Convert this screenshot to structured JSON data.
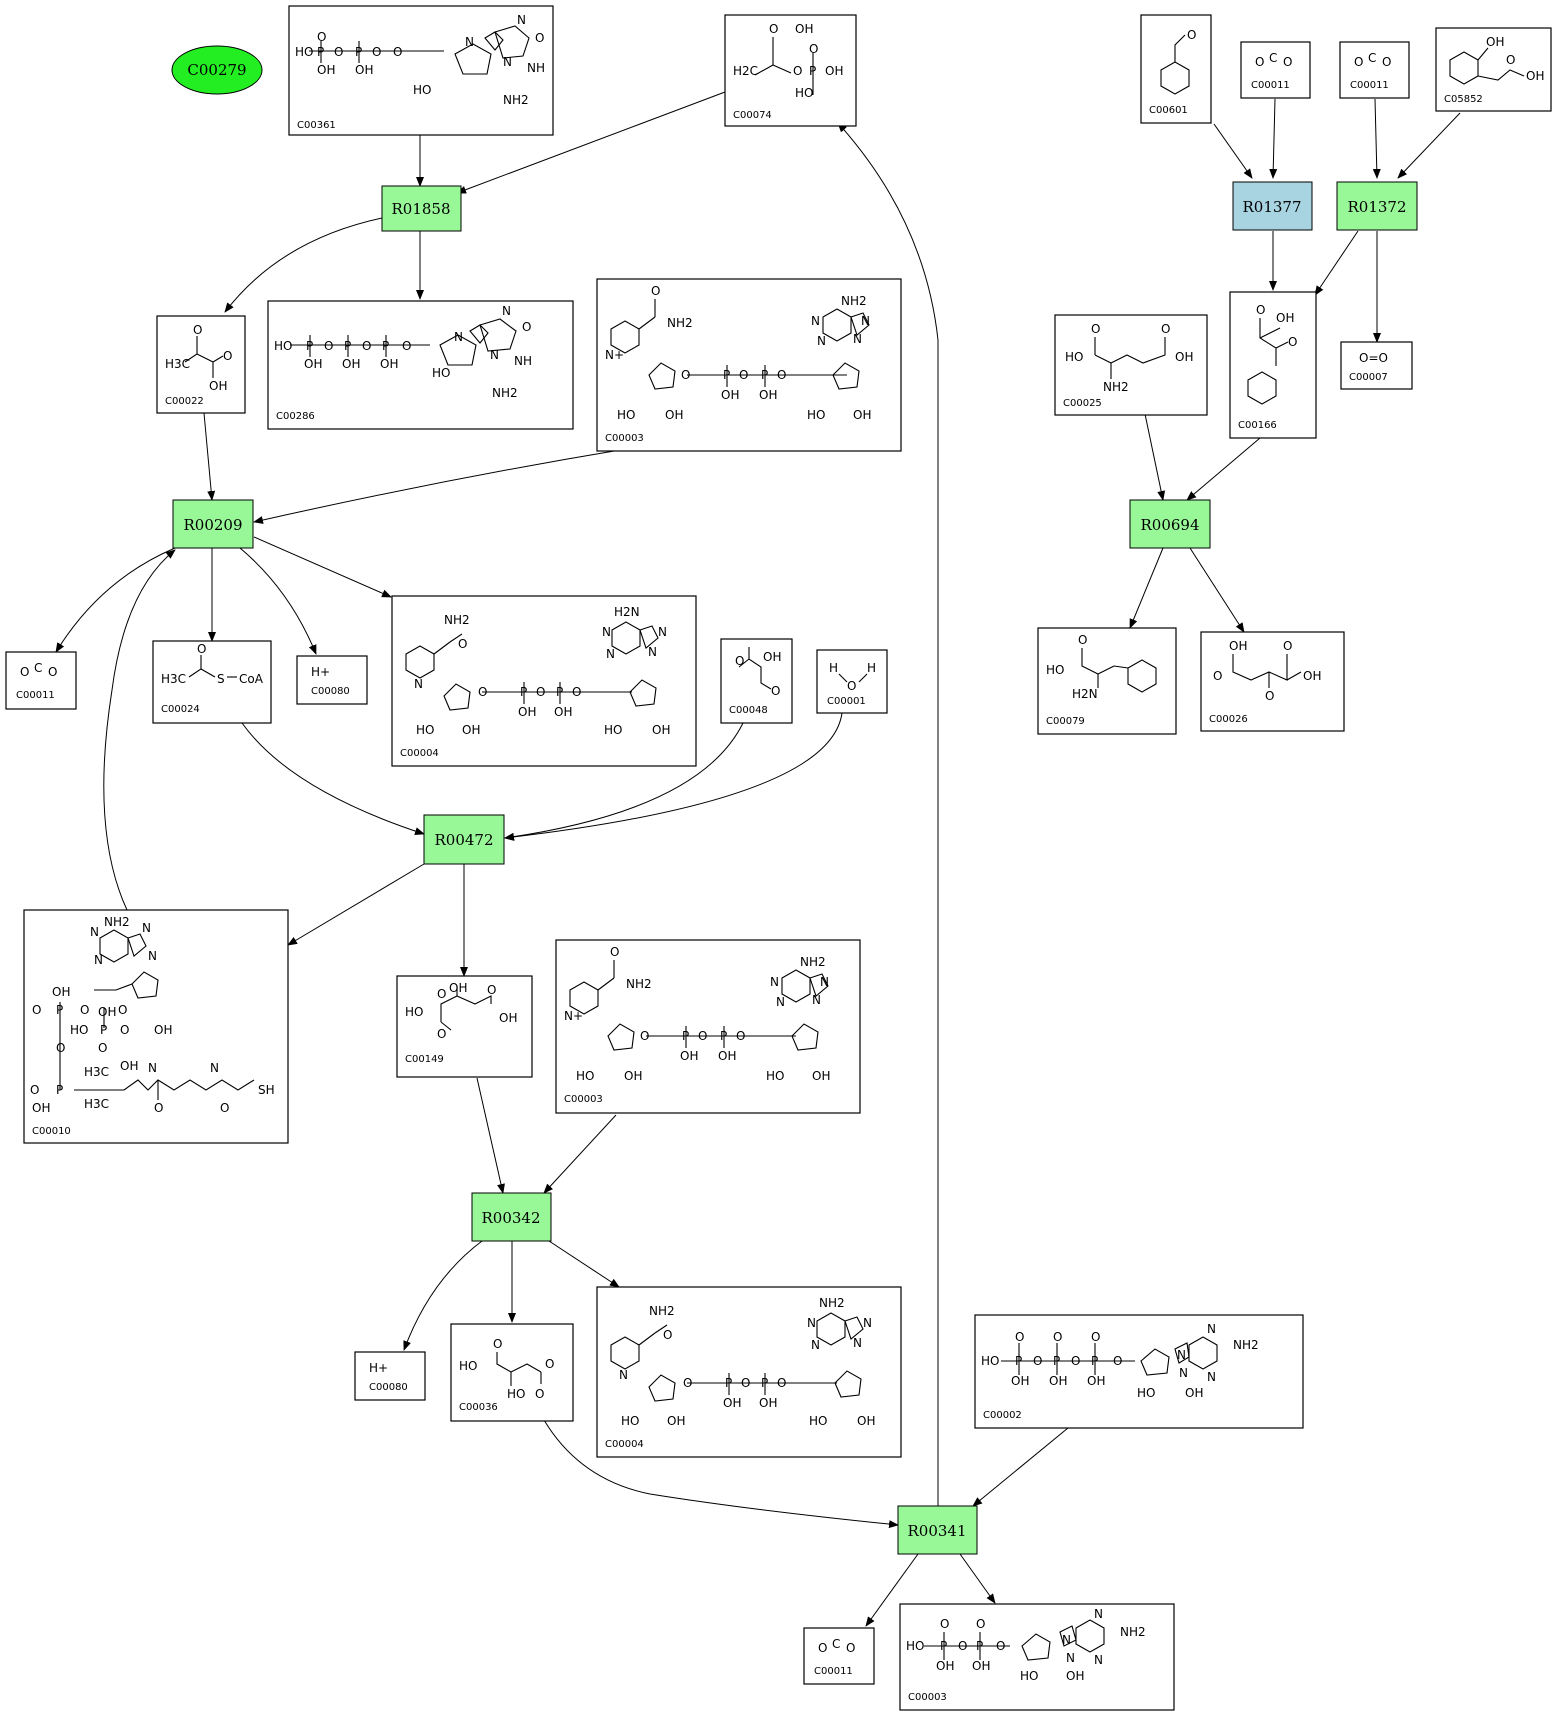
{
  "colors": {
    "reaction_fill": "#98f898",
    "reaction_alt_fill": "#a8d4e2",
    "root_fill": "#22ee22"
  },
  "root": {
    "label": "C00279"
  },
  "reactions": {
    "R01858": {
      "label": "R01858"
    },
    "R00209": {
      "label": "R00209"
    },
    "R00472": {
      "label": "R00472"
    },
    "R00342": {
      "label": "R00342"
    },
    "R00341": {
      "label": "R00341"
    },
    "R01377": {
      "label": "R01377"
    },
    "R01372": {
      "label": "R01372"
    },
    "R00694": {
      "label": "R00694"
    }
  },
  "compounds": {
    "c00361": {
      "id": "C00361",
      "labels": [
        "HO",
        "P",
        "O",
        "P",
        "O",
        "O",
        "OH",
        "OH",
        "O",
        "HO",
        "N",
        "N",
        "N",
        "NH",
        "O",
        "NH2"
      ]
    },
    "c00074": {
      "id": "C00074",
      "labels": [
        "O",
        "OH",
        "H2C",
        "O",
        "P",
        "OH",
        "HO",
        "O"
      ]
    },
    "c00601": {
      "id": "C00601",
      "labels": [
        "O"
      ]
    },
    "c00011a": {
      "id": "C00011",
      "labels": [
        "O",
        "C",
        "O"
      ]
    },
    "c00011b": {
      "id": "C00011",
      "labels": [
        "O",
        "C",
        "O"
      ]
    },
    "c05852": {
      "id": "C05852",
      "labels": [
        "OH",
        "OH",
        "O"
      ]
    },
    "c00022": {
      "id": "C00022",
      "labels": [
        "O",
        "H3C",
        "O",
        "OH"
      ]
    },
    "c00286": {
      "id": "C00286",
      "labels": [
        "HO",
        "P",
        "O",
        "P",
        "O",
        "P",
        "O",
        "OH",
        "OH",
        "OH",
        "HO",
        "N",
        "N",
        "N",
        "NH",
        "O",
        "NH2"
      ]
    },
    "c00003a": {
      "id": "C00003",
      "labels": [
        "O",
        "NH2",
        "N+",
        "O",
        "P",
        "O",
        "P",
        "O",
        "OH",
        "OH",
        "HO",
        "OH",
        "NH2",
        "N",
        "N",
        "N",
        "N",
        "HO",
        "OH"
      ]
    },
    "c00007": {
      "id": "C00007",
      "labels": [
        "O=O"
      ]
    },
    "c00166": {
      "id": "C00166",
      "labels": [
        "O",
        "OH",
        "O"
      ]
    },
    "c00025": {
      "id": "C00025",
      "labels": [
        "O",
        "O",
        "HO",
        "OH",
        "NH2"
      ]
    },
    "c00011c": {
      "id": "C00011",
      "labels": [
        "O",
        "C",
        "O"
      ]
    },
    "c00024": {
      "id": "C00024",
      "labels": [
        "O",
        "H3C",
        "S",
        "CoA"
      ]
    },
    "c00080a": {
      "id": "C00080",
      "labels": [
        "H+"
      ]
    },
    "c00004a": {
      "id": "C00004",
      "labels": [
        "NH2",
        "O",
        "N",
        "O",
        "P",
        "O",
        "P",
        "O",
        "OH",
        "OH",
        "HO",
        "OH",
        "H2N",
        "N",
        "N",
        "N",
        "N",
        "HO",
        "OH"
      ]
    },
    "c00048": {
      "id": "C00048",
      "labels": [
        "O",
        "OH",
        "O"
      ]
    },
    "c00001": {
      "id": "C00001",
      "labels": [
        "H",
        "O",
        "H"
      ]
    },
    "c00079": {
      "id": "C00079",
      "labels": [
        "O",
        "HO",
        "H2N"
      ]
    },
    "c00026": {
      "id": "C00026",
      "labels": [
        "OH",
        "O",
        "O",
        "OH",
        "O"
      ]
    },
    "c00010": {
      "id": "C00010",
      "labels": [
        "NH2",
        "N",
        "N",
        "N",
        "N",
        "OH",
        "O",
        "P",
        "O",
        "O",
        "OH",
        "HO",
        "P",
        "O",
        "OH",
        "O",
        "O",
        "P",
        "O",
        "H3C",
        "OH",
        "N",
        "N",
        "SH",
        "OH",
        "H3C",
        "O",
        "O"
      ]
    },
    "c00149": {
      "id": "C00149",
      "labels": [
        "OH",
        "O",
        "O",
        "HO",
        "OH",
        "O"
      ]
    },
    "c00003b": {
      "id": "C00003",
      "labels": [
        "O",
        "NH2",
        "N+",
        "O",
        "P",
        "O",
        "P",
        "O",
        "OH",
        "OH",
        "HO",
        "OH",
        "NH2",
        "N",
        "N",
        "N",
        "N",
        "HO",
        "OH"
      ]
    },
    "c00080b": {
      "id": "C00080",
      "labels": [
        "H+"
      ]
    },
    "c00036": {
      "id": "C00036",
      "labels": [
        "O",
        "HO",
        "O",
        "HO",
        "O"
      ]
    },
    "c00004b": {
      "id": "C00004",
      "labels": [
        "NH2",
        "O",
        "N",
        "O",
        "P",
        "O",
        "P",
        "O",
        "OH",
        "OH",
        "HO",
        "OH",
        "NH2",
        "N",
        "N",
        "N",
        "N",
        "HO",
        "OH"
      ]
    },
    "c00002": {
      "id": "C00002",
      "labels": [
        "O",
        "O",
        "O",
        "HO",
        "P",
        "O",
        "P",
        "O",
        "P",
        "O",
        "OH",
        "OH",
        "OH",
        "HO",
        "OH",
        "N",
        "N",
        "N",
        "N",
        "NH2"
      ]
    },
    "c00011d": {
      "id": "C00011",
      "labels": [
        "O",
        "C",
        "O"
      ]
    },
    "c00003c": {
      "id": "C00003",
      "labels": [
        "O",
        "O",
        "HO",
        "P",
        "O",
        "P",
        "O",
        "OH",
        "OH",
        "HO",
        "OH",
        "N",
        "N",
        "N",
        "N",
        "NH2"
      ]
    }
  }
}
